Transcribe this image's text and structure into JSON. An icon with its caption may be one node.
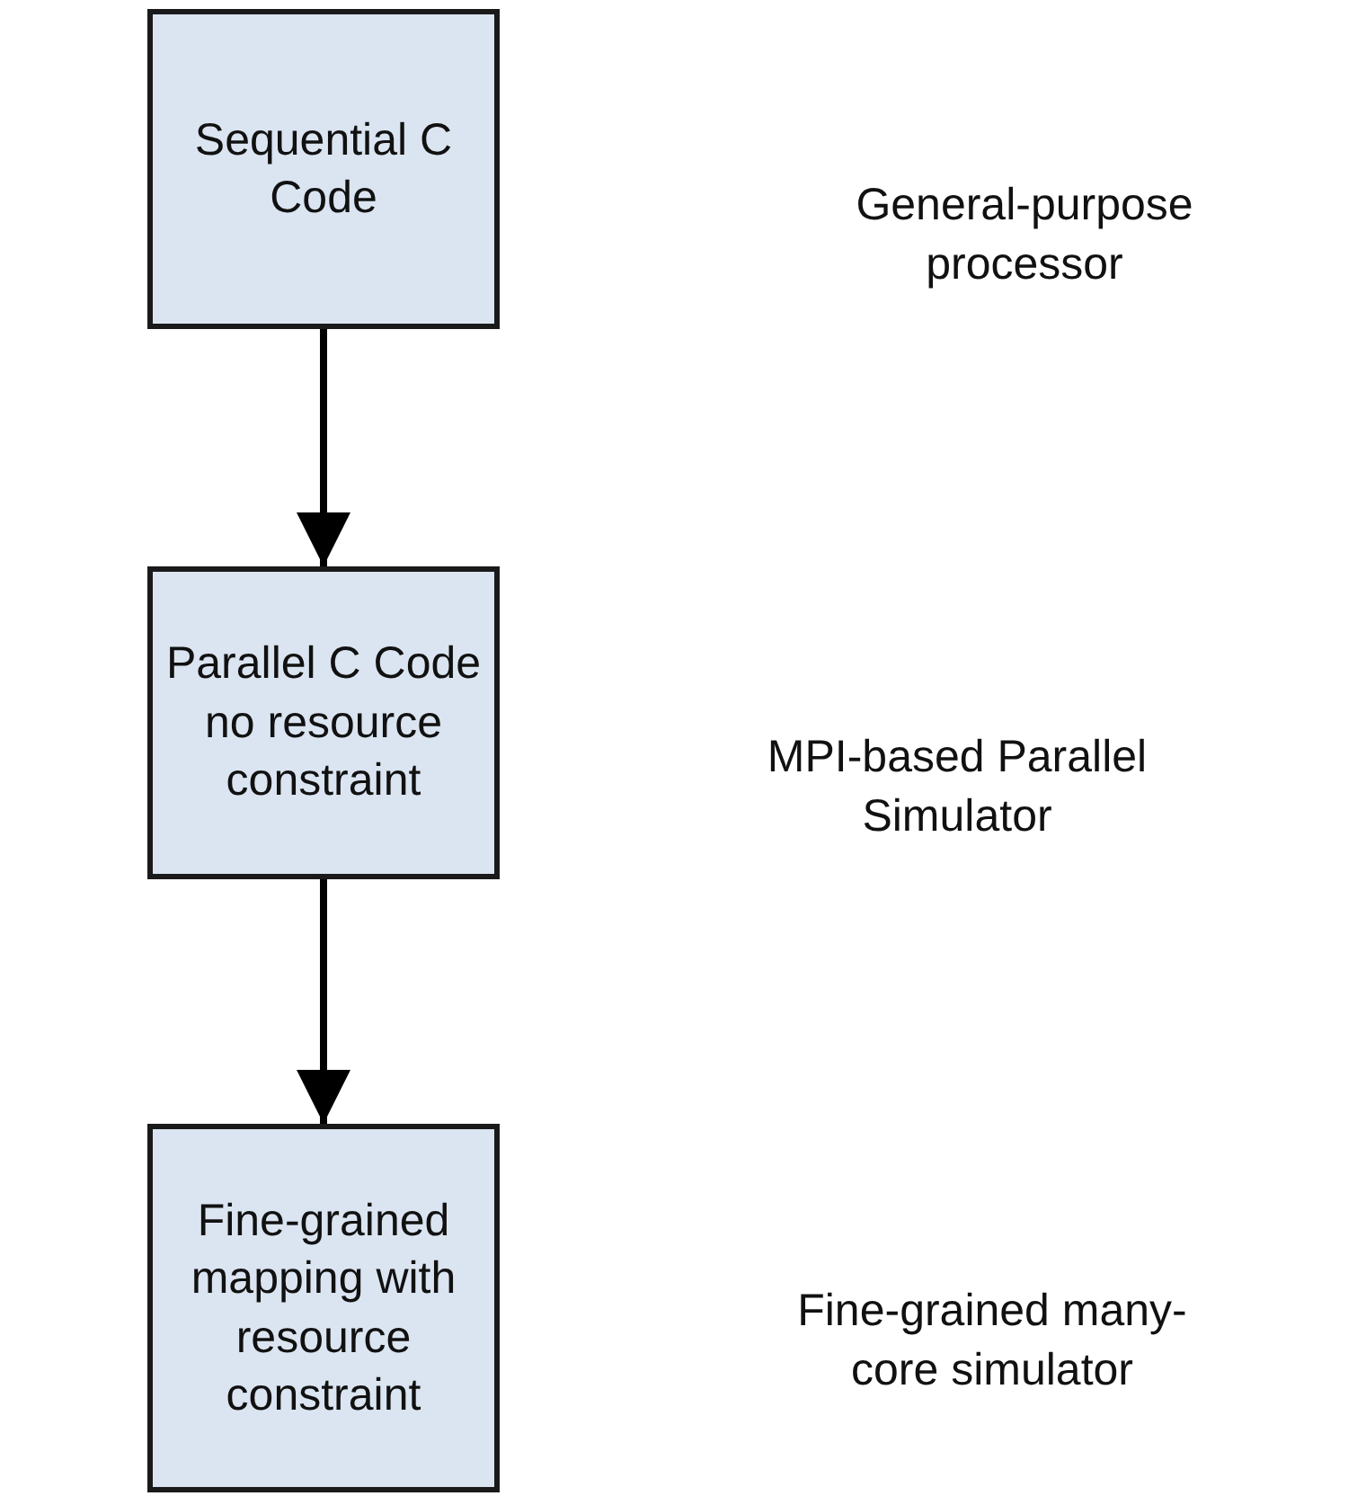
{
  "diagram": {
    "nodes": [
      {
        "text": [
          "Sequential C Code"
        ]
      },
      {
        "text": [
          "Parallel C Code no resource constraint"
        ]
      },
      {
        "text": [
          "Fine-grained mapping with resource constraint"
        ]
      }
    ],
    "edges": [
      {
        "from": 0,
        "to": 1,
        "arrow": "to"
      },
      {
        "from": 1,
        "to": 2,
        "arrow": "to"
      }
    ],
    "labels": [
      "General-purpose processor",
      "MPI-based Parallel Simulator",
      "Fine-grained many-core simulator"
    ]
  }
}
